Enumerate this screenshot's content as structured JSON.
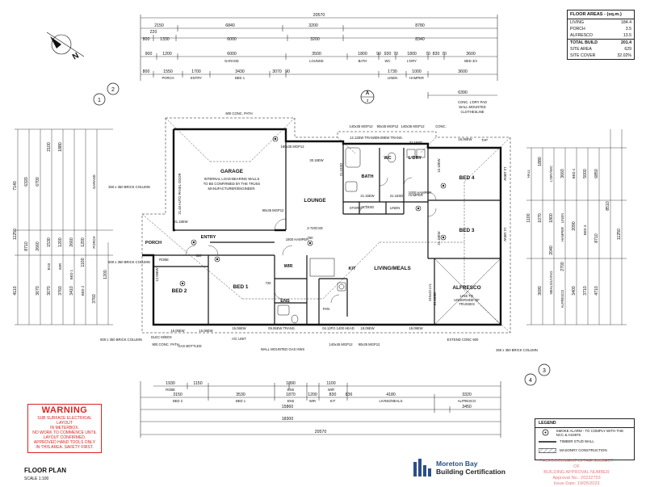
{
  "title": "FLOOR PLAN",
  "scale": "SCALE  1:100",
  "floor_areas": {
    "heading": "FLOOR AREAS - (sq.m.)",
    "rows": [
      {
        "label": "LIVING",
        "value": "184.4"
      },
      {
        "label": "PORCH",
        "value": "3.5"
      },
      {
        "label": "ALFRESCO",
        "value": "13.5"
      },
      {
        "label": "TOTAL BUILD",
        "value": "201.4"
      },
      {
        "label": "SITE AREA",
        "value": "629"
      },
      {
        "label": "SITE COVER",
        "value": "32.02%"
      }
    ]
  },
  "warning": {
    "heading": "WARNING",
    "body": "SUB SURFACE ELECTRICAL LAYOUT\nIN METERBOX.\nNO WORK TO COMMENCE UNTIL\nLAYOUT CONFIRMED.\nAPPROVED HAND TOOLS ONLY\nIN THIS AREA. SAFETY FIRST."
  },
  "legend": {
    "heading": "LEGEND",
    "items": [
      {
        "icon": "smoke-alarm-icon",
        "text": "SMOKE ALARM - TO COMPLY WITH THE NCC & AS3876"
      },
      {
        "icon": "timber-stud-wall-icon",
        "text": "TIMBER STUD WALL"
      },
      {
        "icon": "masonry-icon",
        "text": "MASONRY CONSTRUCTION"
      }
    ]
  },
  "logo": {
    "line1": "Moreton Bay",
    "line2": "Building Certification"
  },
  "stamp": {
    "line1": "THIS DOCUMENT IS THE SUBJECT OF",
    "line2": "BUILDING APPROVAL NUMBER",
    "line3": "Approval No.: 20232753",
    "line4": "Issue Date: 19/05/2023"
  },
  "rooms": [
    {
      "label": "GARAGE"
    },
    {
      "label": "LOUNGE"
    },
    {
      "label": "BATH"
    },
    {
      "label": "WC"
    },
    {
      "label": "L'DRY"
    },
    {
      "label": "BED 4"
    },
    {
      "label": "BED 3"
    },
    {
      "label": "PORCH"
    },
    {
      "label": "ENTRY"
    },
    {
      "label": "BED 2"
    },
    {
      "label": "BED 1"
    },
    {
      "label": "WIR"
    },
    {
      "label": "ENS"
    },
    {
      "label": "KIT"
    },
    {
      "label": "LIVING/MEALS"
    },
    {
      "label": "ALFRESCO"
    },
    {
      "label": "STORE"
    },
    {
      "label": "LINEN"
    },
    {
      "label": "PAN"
    }
  ],
  "notes": {
    "garage_note": "INTERNAL LOAD-BEARING WALLS",
    "garage_note2": "TO BE CONFIRMED BY THE TRUSS",
    "garage_note3": "MANUFACTURER/ENGINEER.",
    "alfresco_note": "LINE TO",
    "alfresco_note2": "UNDERSIDE OF",
    "alfresco_note3": "TRUSSES",
    "conc_path": "600 CONC. PATH",
    "conc_path_bottom": "900 CONC. PATH",
    "conc_pad": "CONC. L'DRY PAD",
    "wall_mounted": "WALL MOUNTED",
    "clothesline": "CLOTHESLINE",
    "conc": "CONC.",
    "brick_col1": "350 x 350 BRICK COLUMN",
    "brick_col2": "600 x 350 BRICK COLUMN",
    "brick_col3": "600 x 350 BRICK COLUMN",
    "brick_col4": "350 x 350 BRICK COLUMN",
    "extend_conc": "EXTEND CONC 600",
    "gas_bottled": "GAS BOTTLED",
    "ac_unit": "A/C UNIT",
    "wall_mounted_gas": "WALL MOUNTED GAS HWS",
    "elec": "ELEC M/BOX",
    "auto_door": "21.48 AUTO PANEL DOOR",
    "robe": "ROBE",
    "hamper": "HAMPER",
    "tap": "TAP"
  },
  "section_markers": [
    {
      "label": "A",
      "sub": "3"
    },
    {
      "label": "1"
    },
    {
      "label": "2"
    },
    {
      "label": "3"
    },
    {
      "label": "4"
    }
  ],
  "dims_top": {
    "overall": "20570",
    "row1": [
      "2150",
      "6840",
      "3200",
      "8780"
    ],
    "row2a": "220",
    "row2": [
      "800",
      "1330",
      "6000",
      "3200",
      "8340"
    ],
    "row3": [
      "900",
      "1200",
      "6000",
      "3500",
      "1800",
      "90",
      "930",
      "70",
      "1800",
      "70",
      "830",
      "70",
      "3600"
    ],
    "row3_labels": [
      "GARAGE",
      "LOUNGE",
      "BATH",
      "WC",
      "L'DRY",
      "BED 3/4"
    ],
    "row4": [
      "800",
      "1550",
      "1700",
      "3430",
      "3070",
      "90"
    ],
    "row4_labels": [
      "PORCH",
      "ENTRY",
      "BED 1"
    ],
    "row4b": [
      "1730",
      "1000",
      "3600"
    ],
    "row4b_labels": [
      "LINEN",
      "HAMPER"
    ],
    "seg6390": "6390"
  },
  "dims_bottom": {
    "row1": [
      "1930",
      "1150",
      "1890",
      "1100"
    ],
    "row1_labels": [
      "ROBE",
      "ENS",
      "WIR"
    ],
    "row2": [
      "3150",
      "3530",
      "1870",
      "1200",
      "830",
      "836",
      "4180",
      "3320"
    ],
    "row2_labels": [
      "BED 2",
      "BED 1",
      "ENS",
      "WIR",
      "KIT",
      "LIVING/MEALS",
      "ALFRESCO"
    ],
    "row3": [
      "15860",
      "3450"
    ],
    "row4": "18300",
    "overall": "20570"
  },
  "dims_left": [
    "7140",
    "11250",
    "4110",
    "8710",
    "6320",
    "6700",
    "2660",
    "3670",
    "3070",
    "3760",
    "3410",
    "1100",
    "1200",
    "3760",
    "2100",
    "1880",
    "1530",
    "1200",
    "2660",
    "1200"
  ],
  "dims_left_labels": [
    "GARAGE",
    "PORCH",
    "WIR",
    "ENS",
    "BED 1",
    "BED 2"
  ],
  "dims_right": [
    "11250",
    "8510",
    "6850",
    "4710",
    "8710",
    "5000",
    "3710",
    "3400",
    "2090",
    "2700",
    "3660",
    "1800",
    "1880",
    "1070",
    "1100",
    "2040",
    "3690"
  ],
  "dims_right_labels": [
    "BED 4",
    "L'DRY/WC",
    "HALL",
    "BED 3",
    "LINEN",
    "HAMPER",
    "MEALS/LIVING",
    "ALFRESCO"
  ],
  "window_labels": {
    "w1": "140x35 MGP12",
    "w2": "90x35 MGP12",
    "w3": "140x35 MGP12",
    "w4": "12.12EW TRANS.",
    "w5": "09.09EW TRANS.",
    "w6": "21.15EW",
    "w7": "15.06EW",
    "w8": "21.15SD",
    "w9": "90x35 MGP12",
    "w10": "30.18EW",
    "w11": "190x35 MGP12",
    "w12": "2-720CSD",
    "w13": "21.18EW",
    "w14": "15.06EW",
    "w15": "09.06EW TRANS.",
    "w16": "04.12FG 1400 HEAD",
    "w17": "18.09EW",
    "w18": "18.09EW",
    "w19": "21.18SD",
    "w20": "12.18EW",
    "w21": "245x43 LVL",
    "w22": "140x45 MGP12",
    "w23": "90x35 MGP12",
    "w24": "15.06EW",
    "w25": "21.15SD",
    "w26": "12.09EW",
    "w27": "21.18SD",
    "w28": "15.06EW",
    "w29": "12.18EW",
    "w30": "15.18EW",
    "w31": "21.18EW",
    "w32": "21.15SD",
    "w33": "820",
    "w34": "720",
    "w35": "760",
    "w36": "1800 HAMPER",
    "w37": "1000 HAMPER"
  }
}
